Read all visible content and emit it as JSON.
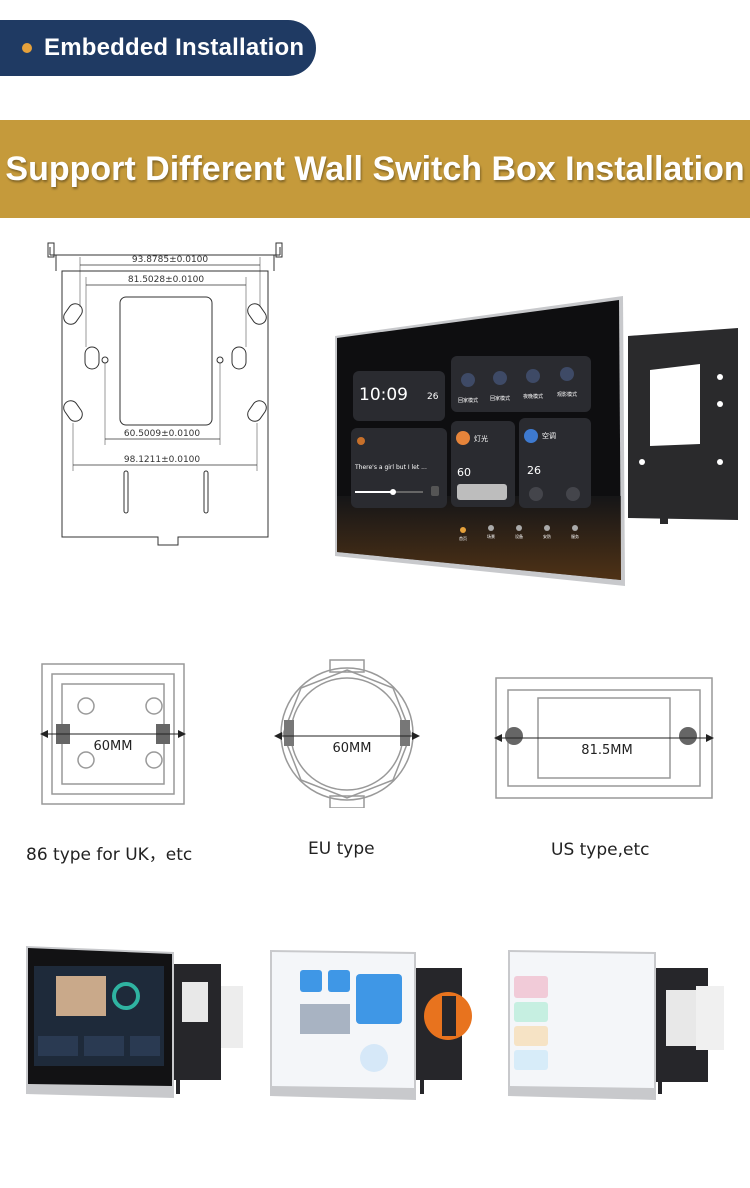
{
  "header": {
    "title": "Embedded Installation"
  },
  "banner": {
    "title": "Support Different Wall Switch Box Installation"
  },
  "drawing": {
    "dims": [
      "93.8785±0.0100",
      "81.5028±0.0100",
      "60.5009±0.0100",
      "98.1211±0.0100"
    ]
  },
  "tablet": {
    "time": "10:09",
    "temp": "26",
    "scenes": [
      "回家模式",
      "回家模式",
      "夜晚模式",
      "观影模式"
    ],
    "music_title": "There's a girl but I let ...",
    "light_label": "灯光",
    "light_value": "60",
    "ac_label": "空调",
    "ac_value": "26",
    "nav": [
      "首页",
      "场景",
      "设备",
      "安防",
      "服务"
    ]
  },
  "boxes": [
    {
      "dim": "60MM",
      "caption": "86 type for UK，etc"
    },
    {
      "dim": "60MM",
      "caption": "EU type"
    },
    {
      "dim": "81.5MM",
      "caption": "US type,etc"
    }
  ],
  "colors": {
    "navy": "#1f3a63",
    "gold": "#c59a3b",
    "accent": "#e6a13b"
  }
}
